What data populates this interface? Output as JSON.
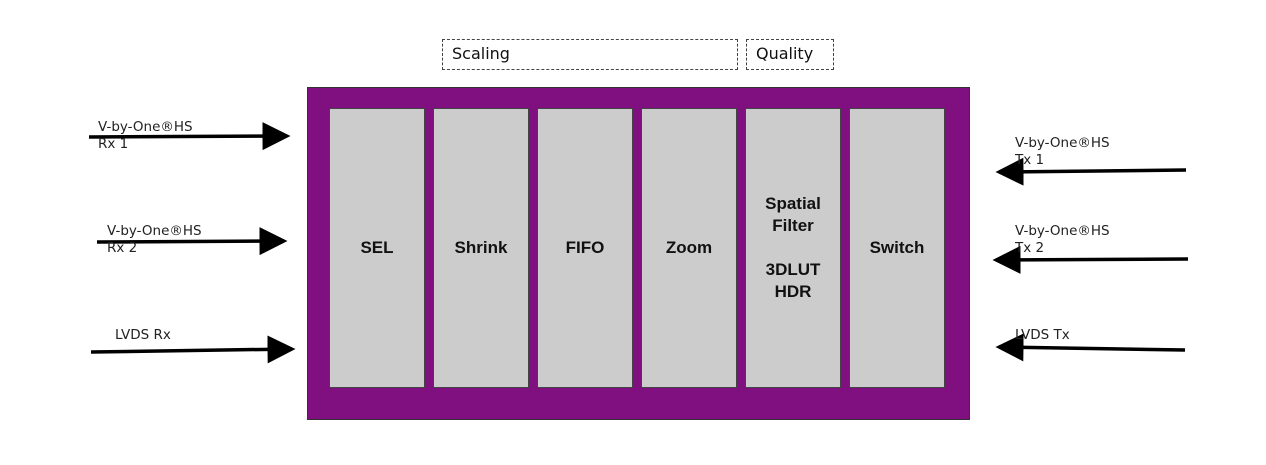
{
  "groups": {
    "scaling": "Scaling",
    "quality": "Quality"
  },
  "blocks": {
    "sel": "SEL",
    "shrink": "Shrink",
    "fifo": "FIFO",
    "zoom": "Zoom",
    "spatial_1": "Spatial",
    "spatial_2": "Filter",
    "spatial_3": "3DLUT",
    "spatial_4": "HDR",
    "switch": "Switch"
  },
  "inputs": {
    "rx1_line1": "V-by-One®HS",
    "rx1_line2": "Rx 1",
    "rx2_line1": "V-by-One®HS",
    "rx2_line2": "Rx 2",
    "lvds_rx": "LVDS Rx"
  },
  "outputs": {
    "tx1_line1": "V-by-One®HS",
    "tx1_line2": "Tx 1",
    "tx2_line1": "V-by-One®HS",
    "tx2_line2": "Tx 2",
    "lvds_tx": "LVDS Tx"
  },
  "colors": {
    "chip": "#80107f",
    "block": "#cccccc",
    "arrow": "#000000"
  }
}
